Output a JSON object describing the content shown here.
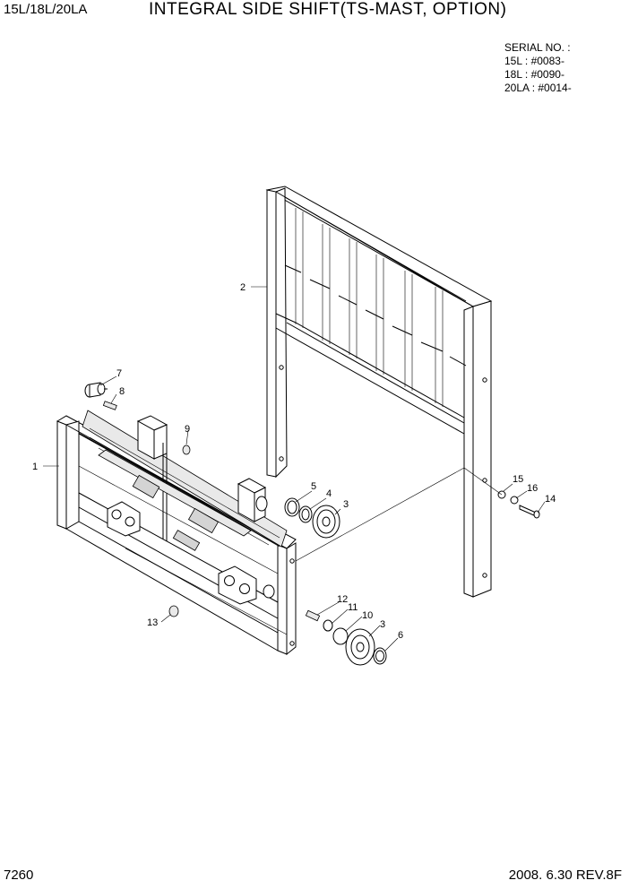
{
  "header": {
    "model": "15L/18L/20LA",
    "title": "INTEGRAL SIDE SHIFT(TS-MAST, OPTION)"
  },
  "serial": {
    "label": "SERIAL NO. :",
    "lines": [
      "15L : #0083-",
      "18L : #0090-",
      "20LA : #0014-"
    ]
  },
  "callouts": [
    "1",
    "2",
    "3",
    "3",
    "4",
    "5",
    "6",
    "7",
    "8",
    "9",
    "10",
    "11",
    "12",
    "13",
    "14",
    "15",
    "16"
  ],
  "footer": {
    "page_number": "7260",
    "date_rev": "2008. 6.30  REV.8F"
  }
}
